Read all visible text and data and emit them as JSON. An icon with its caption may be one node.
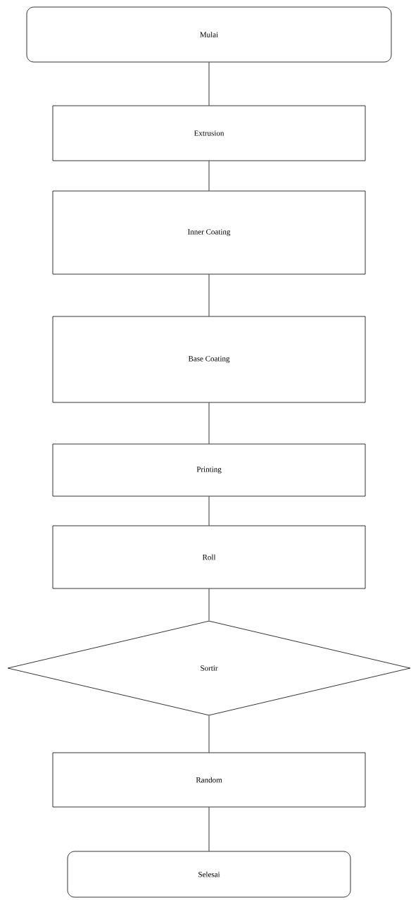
{
  "diagram": {
    "nodes": [
      {
        "text": [
          "Mulai"
        ]
      },
      {
        "text": [
          "Extrusion"
        ]
      },
      {
        "text": [
          "Inner Coating"
        ]
      },
      {
        "text": [
          "Base Coating"
        ]
      },
      {
        "text": [
          "Printing"
        ]
      },
      {
        "text": [
          "Roll"
        ]
      },
      {
        "text": [
          "Sortir"
        ]
      },
      {
        "text": [
          "Random"
        ]
      },
      {
        "text": [
          "Selesai"
        ]
      }
    ],
    "edges": [
      {
        "from": 0,
        "to": 1,
        "arrow": "none"
      },
      {
        "from": 1,
        "to": 2,
        "arrow": "none"
      },
      {
        "from": 2,
        "to": 3,
        "arrow": "none"
      },
      {
        "from": 3,
        "to": 4,
        "arrow": "none"
      },
      {
        "from": 4,
        "to": 5,
        "arrow": "none"
      },
      {
        "from": 5,
        "to": 6,
        "arrow": "none"
      },
      {
        "from": 6,
        "to": 7,
        "arrow": "none"
      },
      {
        "from": 7,
        "to": 8,
        "arrow": "none"
      }
    ]
  }
}
